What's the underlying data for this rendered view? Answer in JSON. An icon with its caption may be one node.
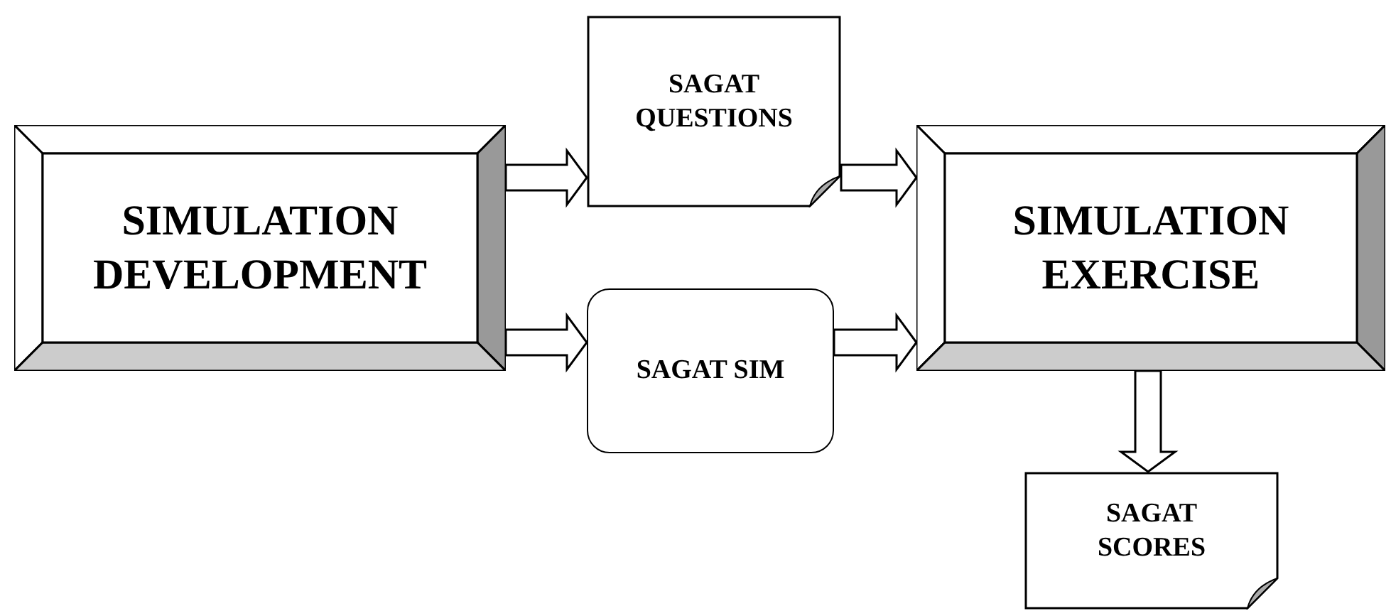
{
  "diagram": {
    "nodes": [
      {
        "text": [
          "SIMULATION DEVELOPMENT"
        ]
      },
      {
        "text": [
          "SAGAT QUESTIONS"
        ]
      },
      {
        "text": [
          "SAGAT SIM"
        ]
      },
      {
        "text": [
          "SIMULATION EXERCISE"
        ]
      },
      {
        "text": [
          "SAGAT SCORES"
        ]
      }
    ],
    "edges": [
      {
        "from": 0,
        "to": 1,
        "arrow": "to"
      },
      {
        "from": 0,
        "to": 2,
        "arrow": "to"
      },
      {
        "from": 1,
        "to": 3,
        "arrow": "to"
      },
      {
        "from": 2,
        "to": 3,
        "arrow": "to"
      },
      {
        "from": 3,
        "to": 4,
        "arrow": "to"
      }
    ]
  }
}
